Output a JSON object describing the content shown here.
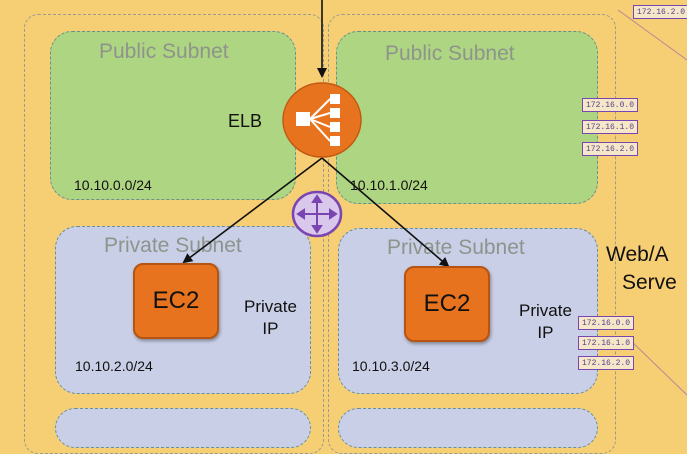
{
  "subnets": {
    "public_left": {
      "title": "Public Subnet",
      "cidr": "10.10.0.0/24"
    },
    "public_right": {
      "title": "Public Subnet",
      "cidr": "10.10.1.0/24"
    },
    "private_left": {
      "title": "Private Subnet",
      "cidr": "10.10.2.0/24"
    },
    "private_right": {
      "title": "Private Subnet",
      "cidr": "10.10.3.0/24"
    }
  },
  "elb": {
    "label": "ELB",
    "icon": "load-balancer-icon"
  },
  "router": {
    "icon": "router-icon"
  },
  "instances": [
    {
      "label": "EC2",
      "ip_label_1": "Private",
      "ip_label_2": "IP"
    },
    {
      "label": "EC2",
      "ip_label_1": "Private",
      "ip_label_2": "IP"
    }
  ],
  "side_label": {
    "line1": "Web/A",
    "line2": "Serve"
  },
  "route_tables": {
    "top": [
      "172.16.2.0"
    ],
    "middle": [
      "172.16.0.0",
      "172.16.1.0",
      "172.16.2.0"
    ],
    "bottom": [
      "172.16.0.0",
      "172.16.1.0",
      "172.16.2.0"
    ]
  },
  "colors": {
    "background": "#f6ce74",
    "public_subnet": "#aed581",
    "private_subnet": "#c9cfe6",
    "elb": "#e8731f",
    "ec2": "#e8731f",
    "router": "#7a45b0",
    "route_table_border": "#7a45b0"
  }
}
